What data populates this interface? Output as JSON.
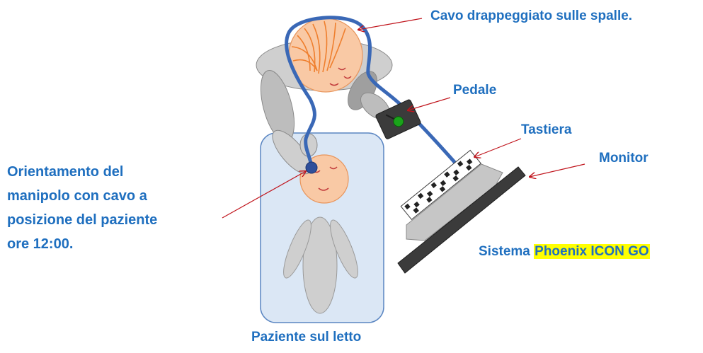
{
  "labels": {
    "cable": "Cavo drappeggiato sulle spalle.",
    "pedal": "Pedale",
    "keyboard": "Tastiera",
    "monitor": "Monitor",
    "orientation": [
      "Orientamento del",
      "manipolo con cavo a",
      "posizione del paziente",
      "ore 12:00."
    ],
    "system_prefix": "Sistema ",
    "system_name": "Phoenix ICON GO",
    "patient": "Paziente sul letto"
  },
  "colors": {
    "label_text": "#1f6fbf",
    "arrow": "#c0141c",
    "cable": "#3a68b6",
    "skin": "#f9c9a5",
    "skin_outline": "#e8955c",
    "hair": "#ef7f2e",
    "body_gray": "#cfcfcf",
    "bed_fill": "#dbe7f5",
    "bed_outline": "#5b86c2",
    "monitor": "#3b3b3b",
    "highlight": "#ffff00",
    "pedal_button": "#1aa31a"
  }
}
